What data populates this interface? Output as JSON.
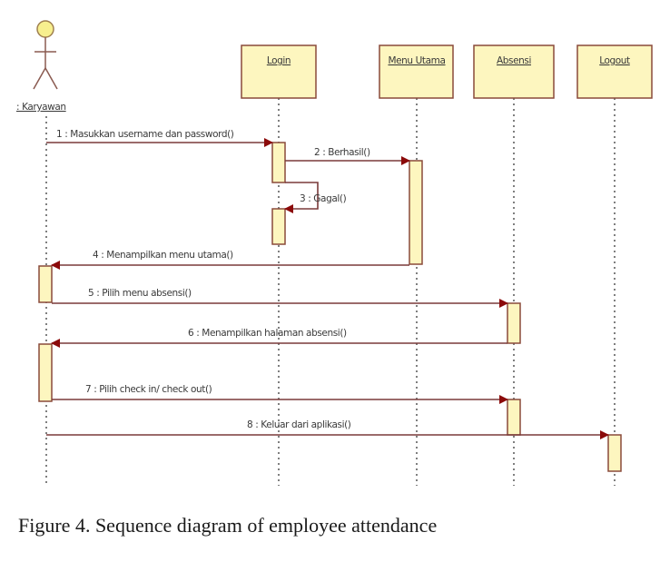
{
  "diagram": {
    "type": "sequence",
    "colors": {
      "box_fill": "#fdf6bf",
      "box_border": "#8a4a3a",
      "message_line": "#7a3a3a",
      "arrow_head": "#8b0a0a",
      "actor_head": "#f7ef8e",
      "lifeline": "#555555"
    },
    "actor": {
      "label": ": Karyawan"
    },
    "objects": [
      {
        "id": "login",
        "label": "Login"
      },
      {
        "id": "menu",
        "label": "Menu Utama"
      },
      {
        "id": "absensi",
        "label": "Absensi"
      },
      {
        "id": "logout",
        "label": "Logout"
      }
    ],
    "messages": [
      {
        "n": 1,
        "label": "1 : Masukkan username dan password()",
        "from": "actor",
        "to": "login"
      },
      {
        "n": 2,
        "label": "2 : Berhasil()",
        "from": "login",
        "to": "menu"
      },
      {
        "n": 3,
        "label": "3 : Gagal()",
        "from": "login",
        "to": "login"
      },
      {
        "n": 4,
        "label": "4 : Menampilkan menu utama()",
        "from": "menu",
        "to": "actor"
      },
      {
        "n": 5,
        "label": "5 : Pilih menu absensi()",
        "from": "actor",
        "to": "absensi"
      },
      {
        "n": 6,
        "label": "6 : Menampilkan halaman absensi()",
        "from": "absensi",
        "to": "actor"
      },
      {
        "n": 7,
        "label": "7 : Pilih check in/ check out()",
        "from": "actor",
        "to": "absensi"
      },
      {
        "n": 8,
        "label": "8 : Keluar dari aplikasi()",
        "from": "actor",
        "to": "logout"
      }
    ]
  },
  "caption": "Figure 4. Sequence diagram of employee attendance"
}
